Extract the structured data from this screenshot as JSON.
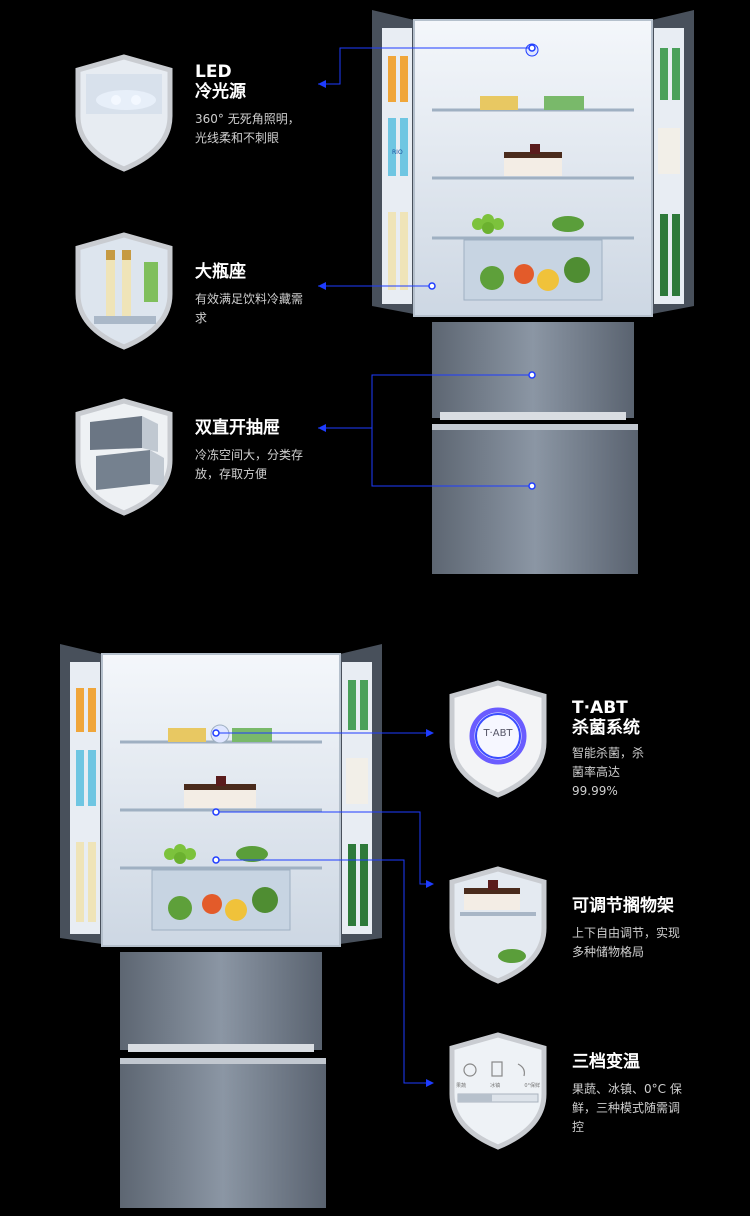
{
  "colors": {
    "background": "#000000",
    "leader_line": "#1e3cff",
    "shield_border": "#cfcfcf",
    "fridge_body": "#6d7785",
    "interior": "#dfe7f1"
  },
  "features_top": [
    {
      "title_lines": [
        "LED",
        "冷光源"
      ],
      "desc": "360° 无死角照明，光线柔和不刺眼",
      "icon": "led-light-icon"
    },
    {
      "title_lines": [
        "大瓶座"
      ],
      "desc": "有效满足饮料冷藏需求",
      "icon": "bottle-holder-icon"
    },
    {
      "title_lines": [
        "双直开抽屉"
      ],
      "desc": "冷冻空间大，分类存放，存取方便",
      "icon": "drawer-icon"
    }
  ],
  "features_bottom": [
    {
      "title_lines": [
        "T·ABT",
        "杀菌系统"
      ],
      "desc": "智能杀菌，杀菌率高达 99.99%",
      "icon": "sterilization-icon",
      "badge": "T·ABT"
    },
    {
      "title_lines": [
        "可调节搁物架"
      ],
      "desc": "上下自由调节，实现多种储物格局",
      "icon": "shelf-icon"
    },
    {
      "title_lines": [
        "三档变温"
      ],
      "desc": "果蔬、冰镇、0°C 保鲜，三种模式随需调控",
      "icon": "temperature-mode-icon",
      "modes": [
        "果蔬",
        "冰镇",
        "0°保鲜"
      ]
    }
  ],
  "fridge_labels": {
    "bottle_text": "RIO"
  }
}
